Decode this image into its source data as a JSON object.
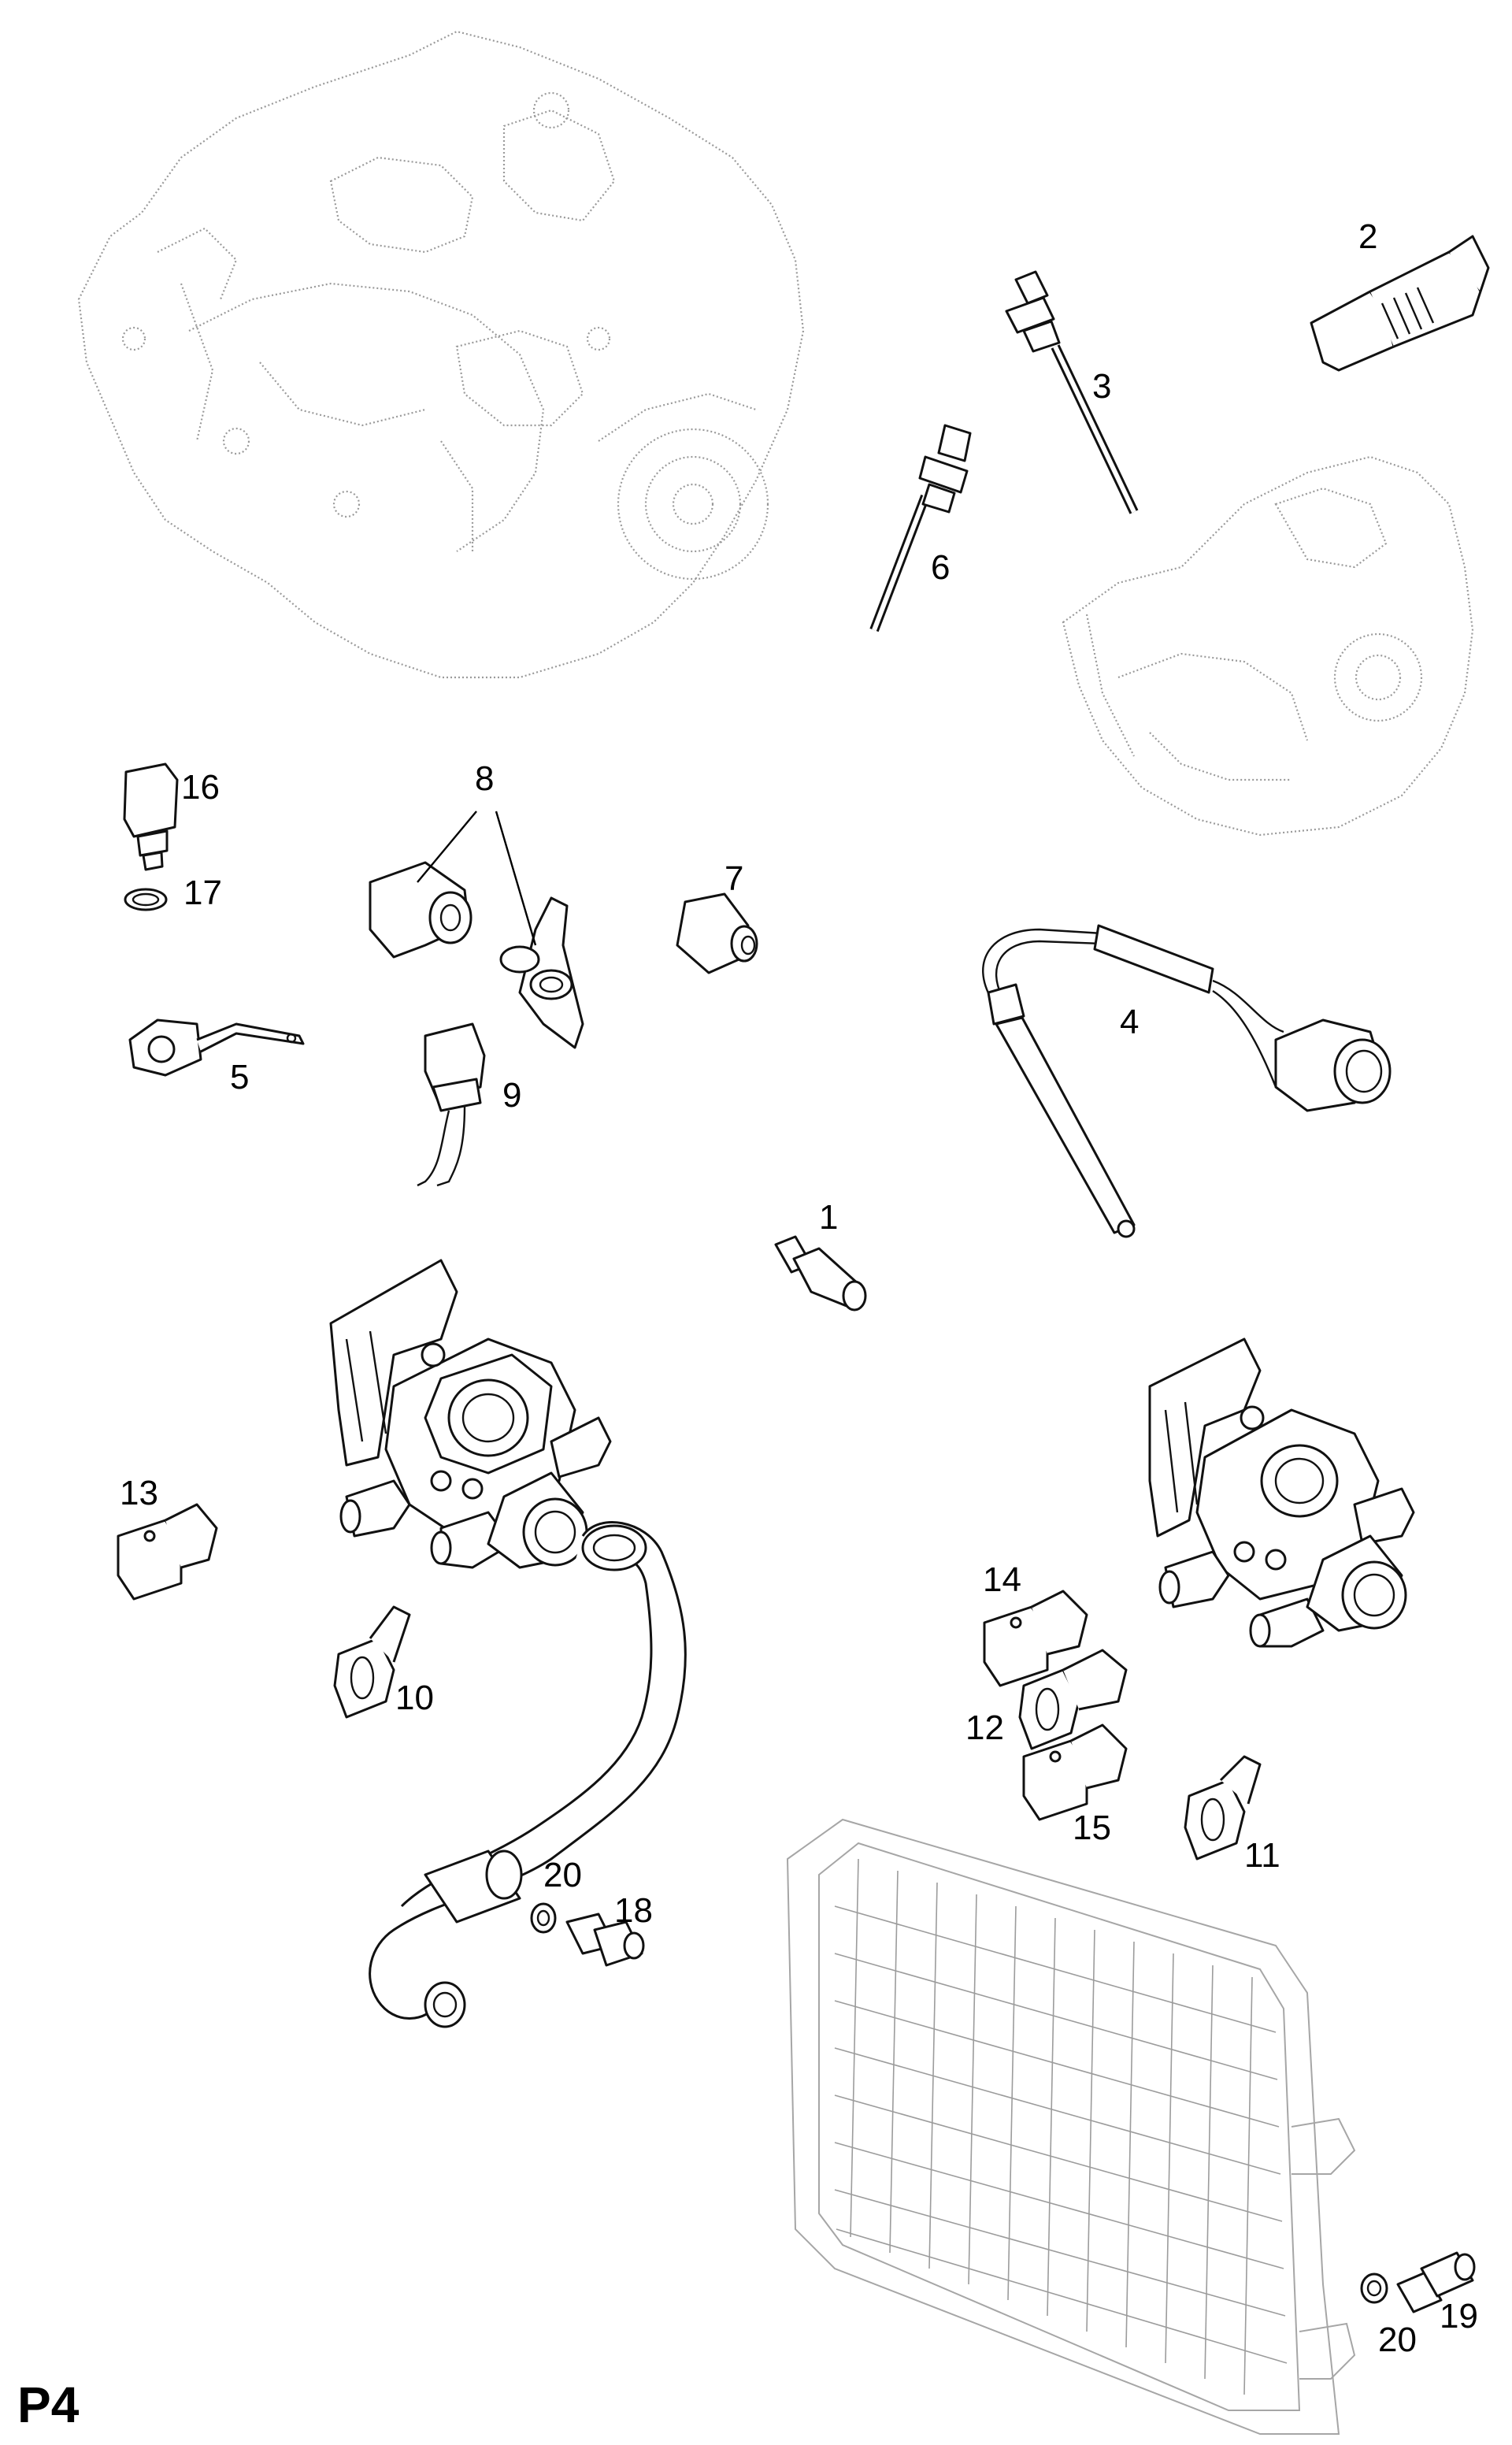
{
  "page": {
    "code": "P4"
  },
  "callouts": [
    {
      "id": "1",
      "label": "1"
    },
    {
      "id": "2",
      "label": "2"
    },
    {
      "id": "3",
      "label": "3"
    },
    {
      "id": "4",
      "label": "4"
    },
    {
      "id": "5",
      "label": "5"
    },
    {
      "id": "6",
      "label": "6"
    },
    {
      "id": "7",
      "label": "7"
    },
    {
      "id": "8",
      "label": "8"
    },
    {
      "id": "9",
      "label": "9"
    },
    {
      "id": "10",
      "label": "10"
    },
    {
      "id": "11",
      "label": "11"
    },
    {
      "id": "12",
      "label": "12"
    },
    {
      "id": "13",
      "label": "13"
    },
    {
      "id": "14",
      "label": "14"
    },
    {
      "id": "15",
      "label": "15"
    },
    {
      "id": "16",
      "label": "16"
    },
    {
      "id": "17",
      "label": "17"
    },
    {
      "id": "18",
      "label": "18"
    },
    {
      "id": "19",
      "label": "19"
    },
    {
      "id": "20a",
      "label": "20"
    },
    {
      "id": "20b",
      "label": "20"
    }
  ],
  "colors": {
    "ink": "#111111",
    "ghost": "#9a9a9a",
    "background": "#ffffff"
  }
}
